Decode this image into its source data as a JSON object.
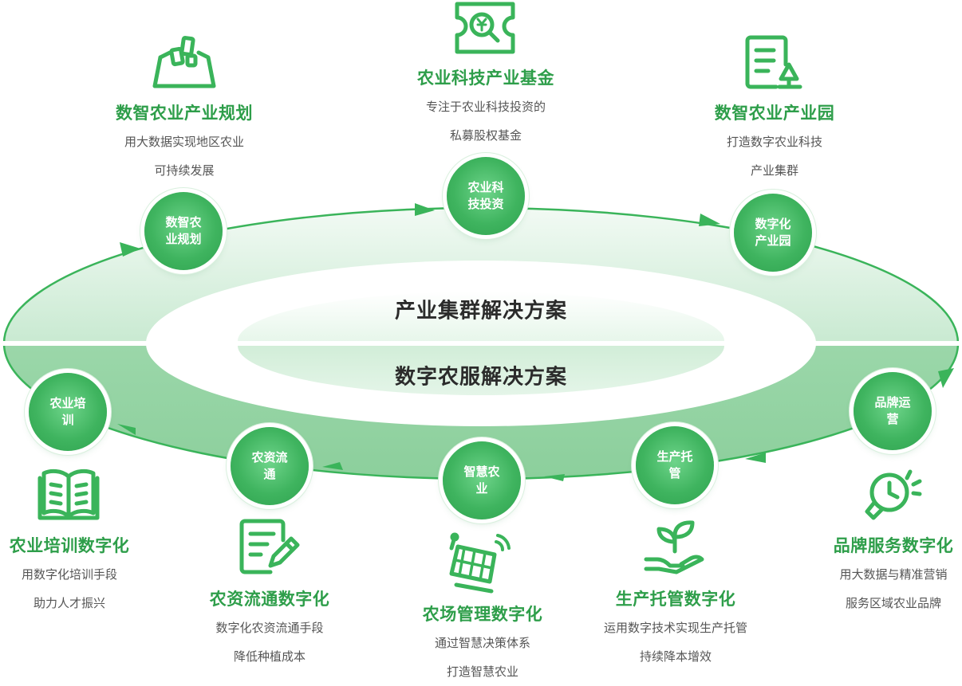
{
  "colors": {
    "primary": "#3ab45a",
    "title": "#2e9e4a",
    "desc": "#555555",
    "center_text": "#2b2b2b"
  },
  "center": {
    "upper_title": "产业集群解决方案",
    "lower_title": "数字农服解决方案"
  },
  "nodes": {
    "planning": "数智农业规划",
    "investment": "农业科技投资",
    "park": "数字化产业园",
    "training": "农业培训",
    "flow": "农资流通",
    "smart": "智慧农业",
    "hosting": "生产托管",
    "brand": "品牌运营"
  },
  "sections": {
    "planning": {
      "icon": "land-plot-icon",
      "title": "数智农业产业规划",
      "lines": [
        "用大数据实现地区农业",
        "可持续发展"
      ]
    },
    "fund": {
      "icon": "ticket-search-yuan-icon",
      "title": "农业科技产业基金",
      "lines": [
        "专注于农业科技投资的",
        "私募股权基金"
      ]
    },
    "park": {
      "icon": "document-tree-icon",
      "title": "数智农业产业园",
      "lines": [
        "打造数字农业科技",
        "产业集群"
      ]
    },
    "training": {
      "icon": "open-book-icon",
      "title": "农业培训数字化",
      "lines": [
        "用数字化培训手段",
        "助力人才振兴"
      ]
    },
    "flow": {
      "icon": "pen-document-icon",
      "title": "农资流通数字化",
      "lines": [
        "数字化农资流通手段",
        "降低种植成本"
      ]
    },
    "farm": {
      "icon": "solar-panel-signal-icon",
      "title": "农场管理数字化",
      "lines": [
        "通过智慧决策体系",
        "打造智慧农业"
      ]
    },
    "hosting": {
      "icon": "hand-sprout-icon",
      "title": "生产托管数字化",
      "lines": [
        "运用数字技术实现生产托管",
        "持续降本增效"
      ]
    },
    "brand": {
      "icon": "idea-bulb-clock-icon",
      "title": "品牌服务数字化",
      "lines": [
        "用大数据与精准营销",
        "服务区域农业品牌"
      ]
    }
  }
}
